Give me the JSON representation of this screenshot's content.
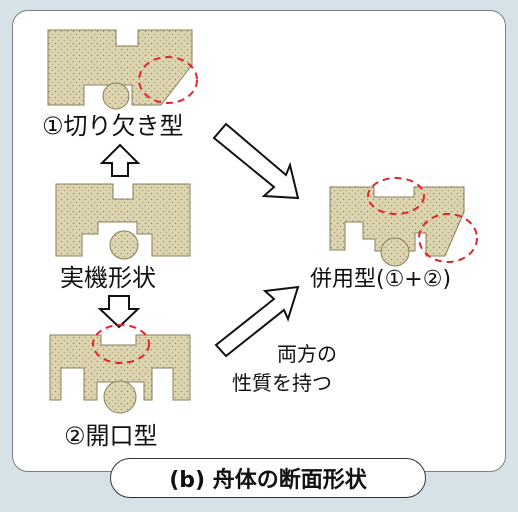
{
  "labels": {
    "notch": "①切り欠き型",
    "actual": "実機形状",
    "opening": "②開口型",
    "combined": "併用型(①+②)",
    "note_line1": "両方の",
    "note_line2": "性質を持つ"
  },
  "caption": "(b) 舟体の断面形状",
  "colors": {
    "section_fill": "#ddd5b0",
    "section_stroke": "#8a7f5a",
    "highlight_circle": "#e0262b",
    "panel_border": "#7a7f84",
    "background": "#d6e1e8"
  },
  "icons": {
    "up_arrow": "hollow-up-arrow-icon",
    "down_arrow": "hollow-down-arrow-icon",
    "diagonal_arrows": "hollow-diagonal-arrow-icon"
  }
}
